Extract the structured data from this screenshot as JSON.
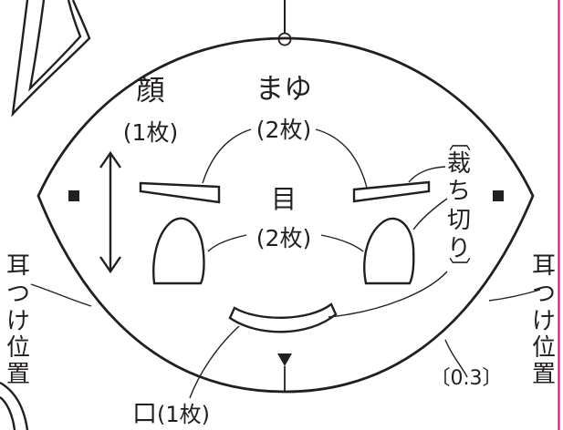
{
  "pattern": {
    "face": {
      "title": "顔",
      "count": "(1枚)"
    },
    "brows": {
      "title": "まゆ",
      "count": "(2枚)"
    },
    "eyes": {
      "title": "目",
      "count": "(2枚)"
    },
    "cut_note": {
      "open": "〔",
      "text": "裁ち切り",
      "close": "〕"
    },
    "ear_label_left": [
      "耳",
      "つ",
      "け",
      "位",
      "置"
    ],
    "ear_label_right": [
      "耳",
      "つ",
      "け",
      "位",
      "置"
    ],
    "seam_allowance": "〔0.3〕",
    "mouth": {
      "title": "口",
      "count": "(1枚)"
    }
  },
  "colors": {
    "ink": "#231f20",
    "page_edge": "#e5007f",
    "paper": "#ffffff"
  }
}
